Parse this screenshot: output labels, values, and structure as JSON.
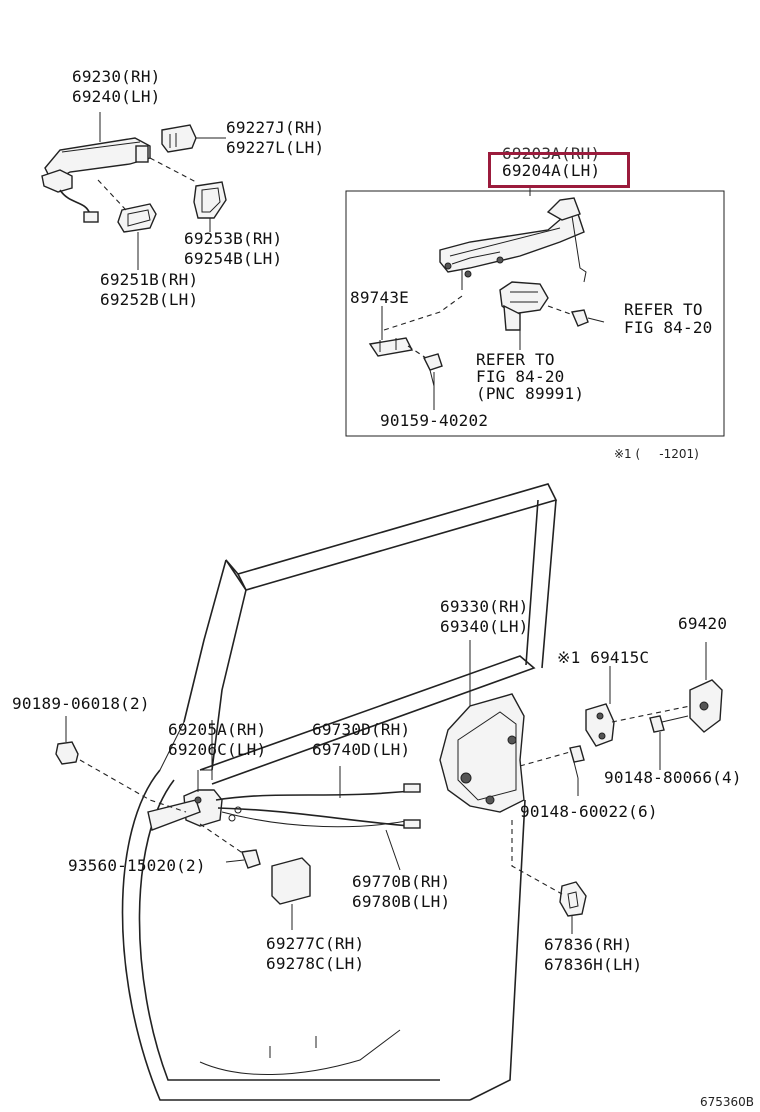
{
  "labels": {
    "p69230": "69230(RH)",
    "p69240": "69240(LH)",
    "p69227j": "69227J(RH)",
    "p69227l": "69227L(LH)",
    "p69253b": "69253B(RH)",
    "p69254b": "69254B(LH)",
    "p69251b": "69251B(RH)",
    "p69252b": "69252B(LH)",
    "p69203a": "69203A(RH)",
    "p69204a": "69204A(LH)",
    "p89743e": "89743E",
    "refer1a": "REFER TO",
    "refer1b": "FIG 84-20",
    "refer2a": "REFER TO",
    "refer2b": "FIG 84-20",
    "refer2c": "(PNC 89991)",
    "p90159": "90159-40202",
    "note1": "※1 (     -1201)",
    "p69330": "69330(RH)",
    "p69340": "69340(LH)",
    "p69420": "69420",
    "p69415c": "※1 69415C",
    "p90189": "90189-06018(2)",
    "p69205a": "69205A(RH)",
    "p69206c": "69206C(LH)",
    "p69730d": "69730D(RH)",
    "p69740d": "69740D(LH)",
    "p90148a": "90148-80066(4)",
    "p90148b": "90148-60022(6)",
    "p93560": "93560-15020(2)",
    "p69770b": "69770B(RH)",
    "p69780b": "69780B(LH)",
    "p69277c": "69277C(RH)",
    "p69278c": "69278C(LH)",
    "p67836": "67836(RH)",
    "p67836h": "67836H(LH)",
    "figno": "675360B"
  },
  "highlight_color": "#9b1b3c"
}
